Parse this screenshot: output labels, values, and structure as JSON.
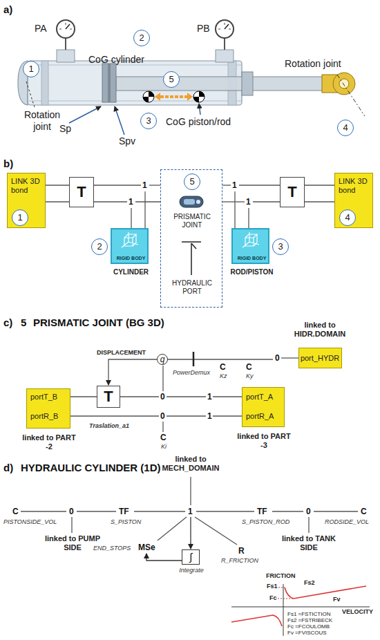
{
  "diagram": {
    "nodes": [
      {
        "text": [
          "2"
        ]
      },
      {
        "text": [
          "1"
        ]
      },
      {
        "text": [
          "5"
        ]
      },
      {
        "text": [
          "3"
        ]
      },
      {
        "text": [
          "4"
        ]
      },
      {
        "text": [
          "LINK 3D bond"
        ]
      },
      {
        "text": [
          "1"
        ],
        "in": 5
      },
      {
        "text": [
          "T"
        ]
      },
      {
        "text": [
          "PRISMATIC JOINT",
          "HYDRAULIC PORT"
        ]
      },
      {
        "text": [
          "5"
        ],
        "in": 8
      },
      {
        "text": [
          "T"
        ]
      },
      {
        "text": [
          "LINK 3D bond"
        ]
      },
      {
        "text": [
          "4"
        ],
        "in": 11
      },
      {
        "text": [
          "2"
        ]
      },
      {
        "text": [
          "RIGID BODY",
          "CYLINDER"
        ]
      },
      {
        "text": [
          "RIGID BODY",
          "ROD/PISTON"
        ]
      },
      {
        "text": [
          "3"
        ]
      },
      {
        "text": [
          "q"
        ]
      },
      {
        "text": [
          "port_HYDR",
          "linked to HIDR.DOMAIN"
        ]
      },
      {
        "text": [
          "portT_B",
          "portR_B",
          "linked to PART -2"
        ]
      },
      {
        "text": [
          "T",
          "Traslation_a1"
        ]
      },
      {
        "text": [
          "portT_A",
          "portR_A",
          "linked to PART -3"
        ]
      },
      {
        "text": [
          "∫",
          "Integrate"
        ]
      }
    ],
    "edges": [
      {
        "from": 5,
        "to": 7,
        "arrow": "none"
      },
      {
        "from": 10,
        "to": 11,
        "arrow": "none"
      },
      {
        "from": 19,
        "to": 20,
        "arrow": "none"
      },
      {
        "from": 17,
        "to": 20,
        "arrow": "to",
        "label": "DISPLACEMENT"
      }
    ],
    "labels": [
      "a)",
      "PA",
      "PB",
      "CoG cylinder",
      "CoG piston/rod",
      "Rotation joint",
      "Rotation joint",
      "Sp",
      "Spv",
      "b)",
      "1",
      "1",
      "1",
      "1",
      "c)",
      "5",
      "PRISMATIC JOINT (BG 3D)",
      "PowerDemux",
      "C",
      "Kz",
      "C",
      "Ky",
      "0",
      "0",
      "1",
      "0",
      "1",
      "C",
      "Ki",
      "d)",
      "HYDRAULIC CYLINDER (1D)",
      "linked to MECH_DOMAIN",
      "C",
      "PISTONSIDE_VOL",
      "0",
      "TF",
      "S_PISTON",
      "1",
      "TF",
      "S_PISTON_ROD",
      "0",
      "C",
      "RODSIDE_VOL",
      "linked to PUMP SIDE",
      "linked to TANK SIDE",
      "END_STOPS",
      "MSe",
      "R",
      "R_FRICTION",
      "FRICTION",
      "Fs1",
      "Fs2",
      "Fc",
      "Fv",
      "VELOCITY",
      "Fs1 =FSTICTION",
      "Fs2 =FSTRIBECK",
      "Fc =FCOULOMB",
      "Fv =FVISCOUS"
    ]
  }
}
